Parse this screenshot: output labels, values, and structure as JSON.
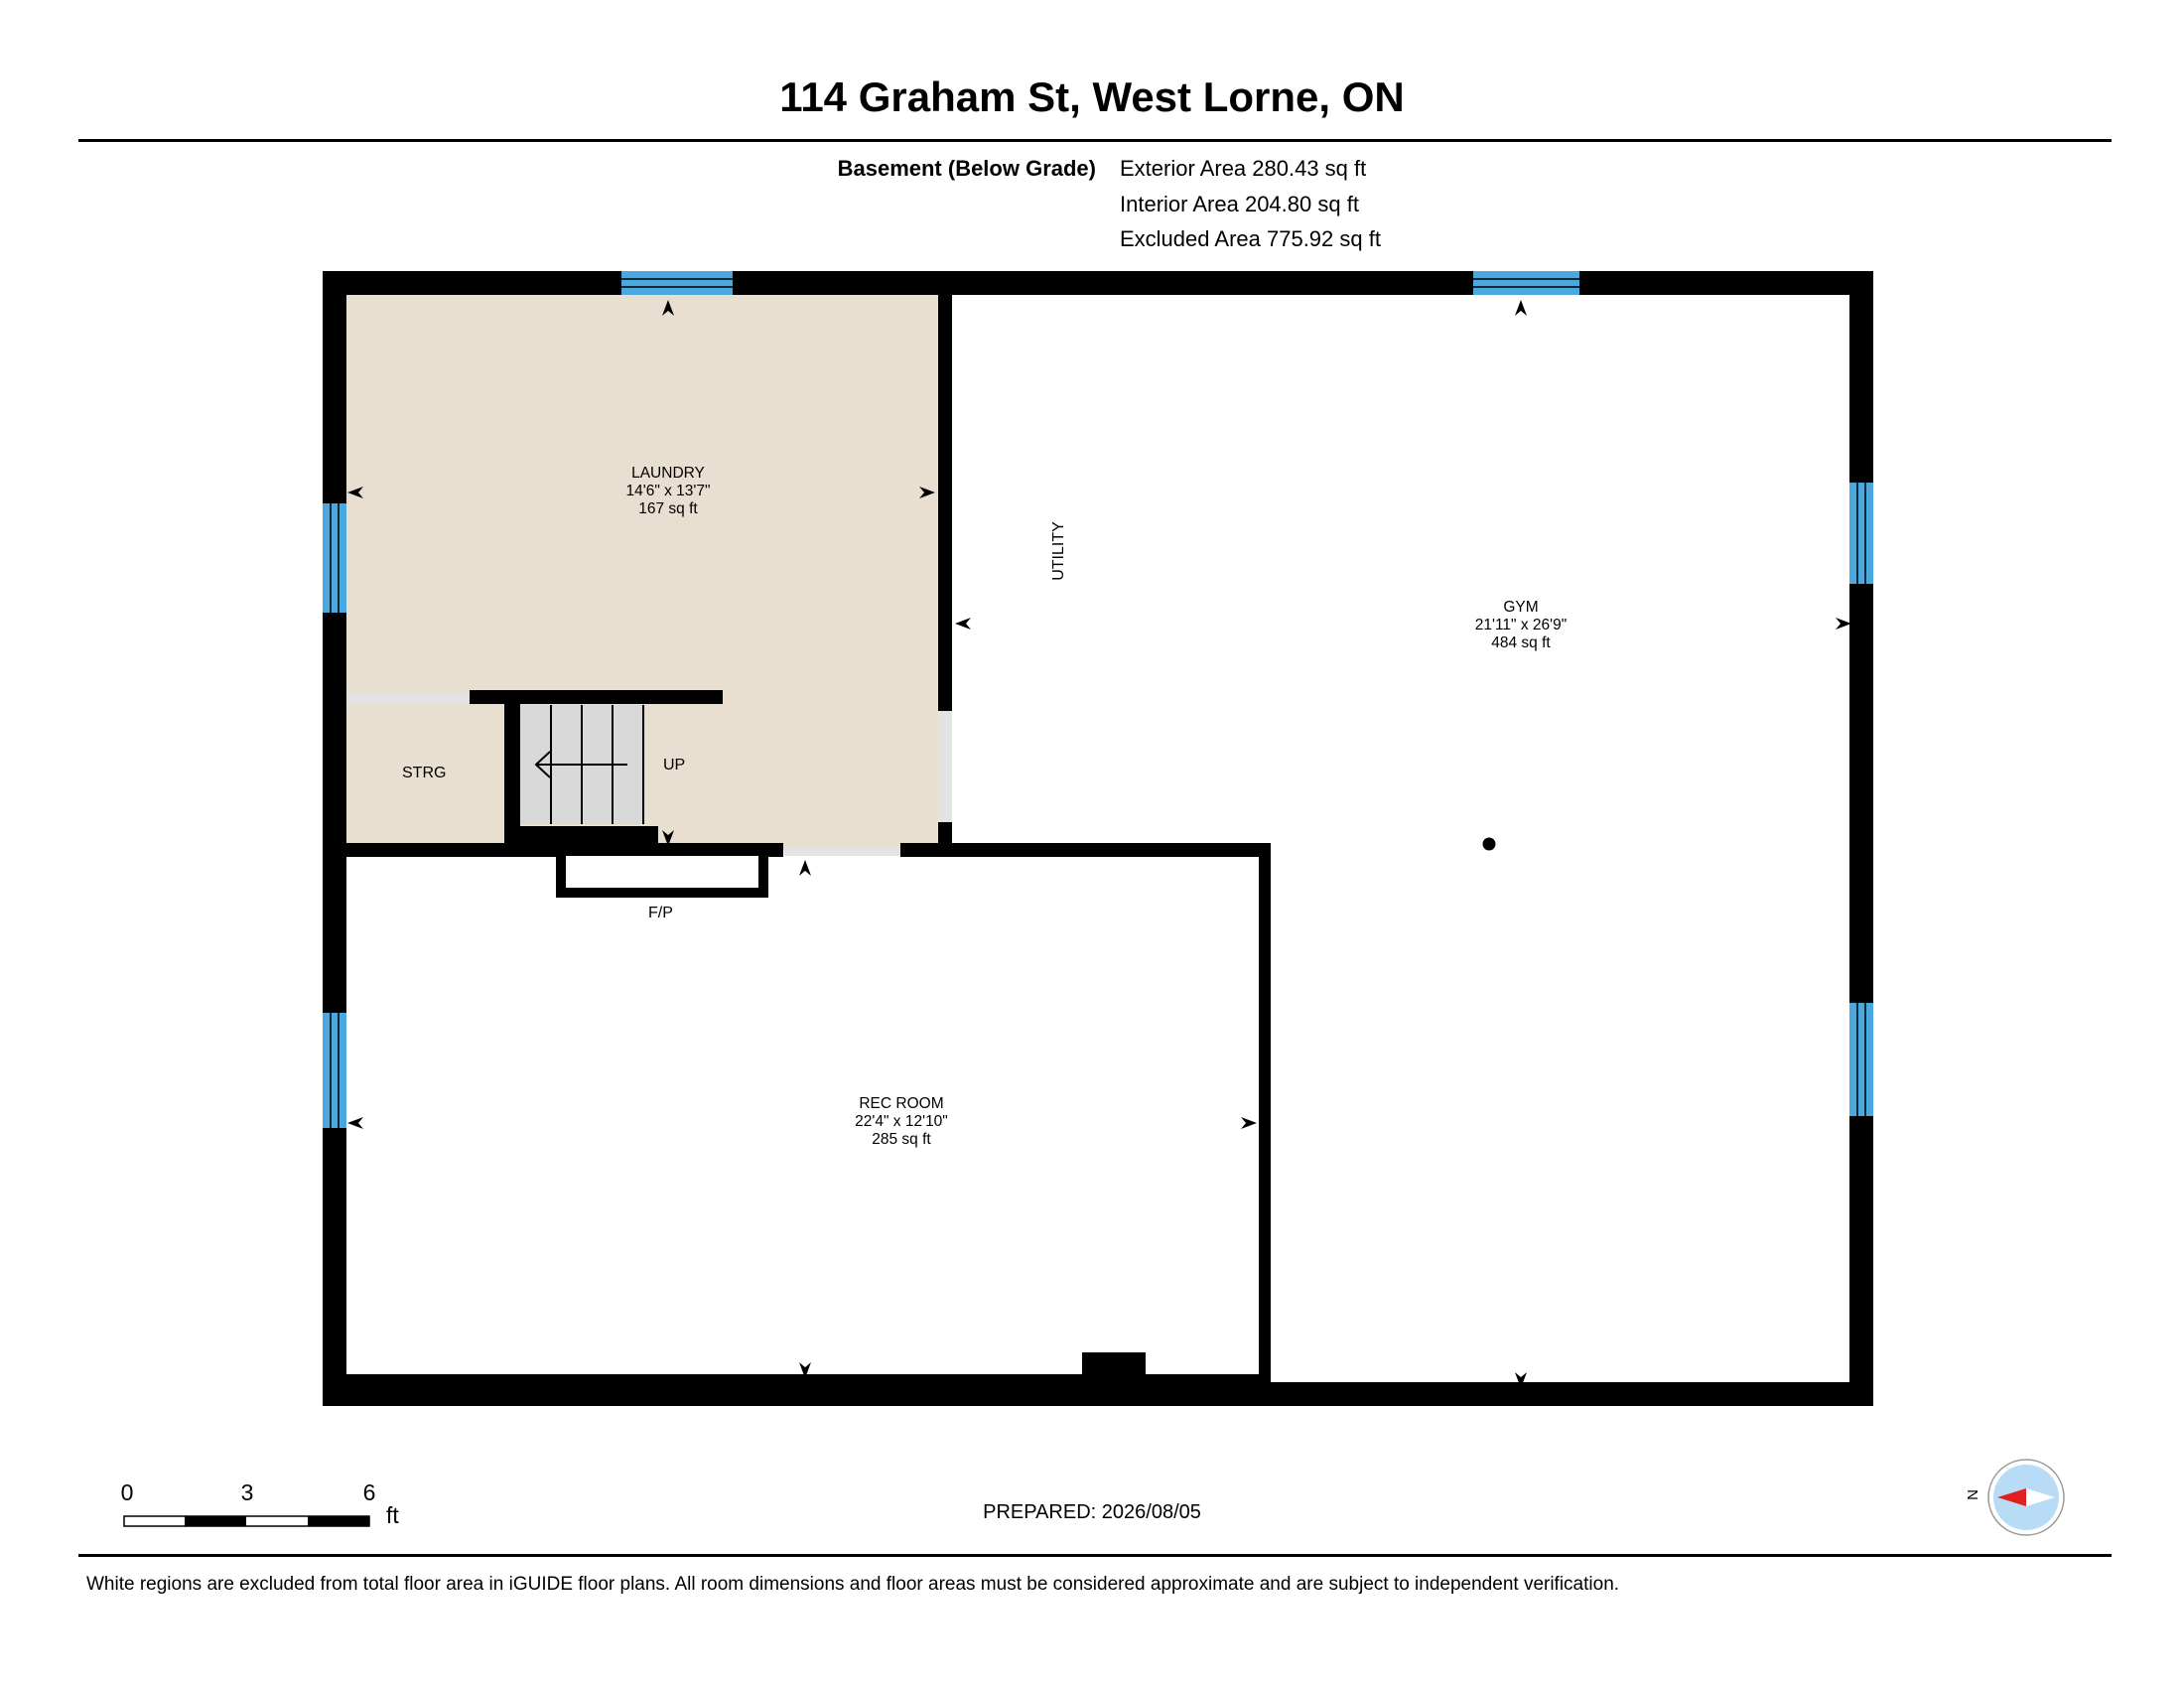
{
  "title": "114 Graham St, West Lorne, ON",
  "level": {
    "name": "Basement (Below Grade)",
    "areas": [
      "Exterior Area 280.43 sq ft",
      "Interior Area 204.80 sq ft",
      "Excluded Area 775.92 sq ft"
    ]
  },
  "rooms": {
    "laundry": {
      "name": "LAUNDRY",
      "dims": "14'6\" x 13'7\"",
      "area": "167 sq ft"
    },
    "gym": {
      "name": "GYM",
      "dims": "21'11\" x 26'9\"",
      "area": "484 sq ft"
    },
    "rec_room": {
      "name": "REC ROOM",
      "dims": "22'4\" x 12'10\"",
      "area": "285 sq ft"
    }
  },
  "labels": {
    "storage": "STRG",
    "stairs": "UP",
    "utility": "UTILITY",
    "fireplace": "F/P"
  },
  "scale": {
    "ticks": [
      "0",
      "3",
      "6"
    ],
    "unit": "ft"
  },
  "compass": {
    "north_label": "N"
  },
  "prepared": "PREPARED: 2026/08/05",
  "disclaimer": "White regions are excluded from total floor area in iGUIDE floor plans. All room dimensions and floor areas must be considered approximate and are subject to independent verification.",
  "colors": {
    "wall": "#000000",
    "window": "#4aa8de",
    "floor_included": "#e8dfd0",
    "stairs": "#d9d9d9",
    "door_opening": "#e3e3e3",
    "compass_fill": "#b8dcf5",
    "compass_needle": "#e02020"
  },
  "icons": [
    "arrow-marker-icon",
    "compass-icon",
    "stairs-arrow-icon"
  ]
}
